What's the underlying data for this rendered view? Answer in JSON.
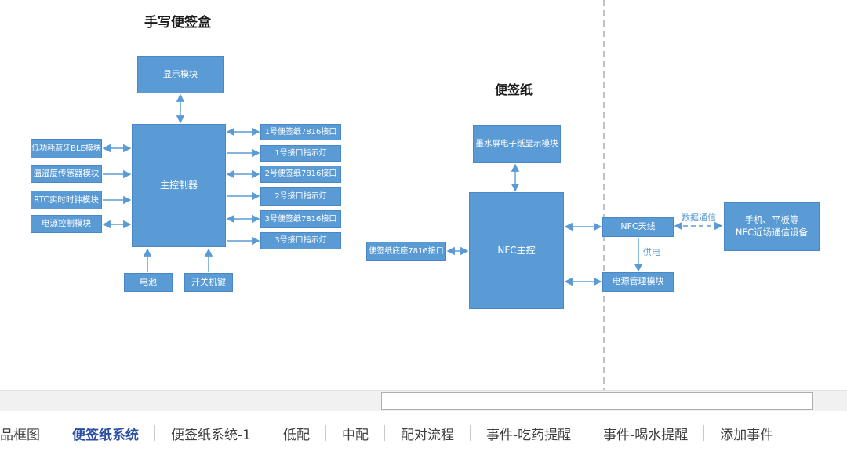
{
  "diagram": {
    "left": {
      "title": "手写便签盒",
      "nodes": {
        "display": "显示模块",
        "controller": "主控制器",
        "ble": "低功耗蓝牙BLE模块",
        "temp": "温湿度传感器模块",
        "rtc": "RTC实时时钟模块",
        "power_ctrl": "电源控制模块",
        "battery": "电池",
        "power_key": "开关机键",
        "if1": "1号便签纸7816接口",
        "led1": "1号接口指示灯",
        "if2": "2号便签纸7816接口",
        "led2": "2号接口指示灯",
        "if3": "3号便签纸7816接口",
        "led3": "3号接口指示灯"
      }
    },
    "right": {
      "title": "便签纸",
      "nodes": {
        "eink": "墨水屏电子纸显示模块",
        "nfc_main": "NFC主控",
        "base_if": "便签纸底座7816接口",
        "nfc_antenna": "NFC天线",
        "power_mgmt": "电源管理模块",
        "phone_line1": "手机、平板等",
        "phone_line2": "NFC近场通信设备"
      },
      "edge_labels": {
        "data_comm": "数据通信",
        "power_supply": "供电"
      }
    },
    "colors": {
      "node_fill": "#5b9bd5",
      "node_border": "#4a87c6",
      "arrow": "#5b9bd5",
      "page_break": "#b3b3b3",
      "active_tab": "#2b4fa2"
    }
  },
  "footer": {
    "tabs": [
      {
        "label": "品框图",
        "active": false
      },
      {
        "label": "便签纸系统",
        "active": true
      },
      {
        "label": "便签纸系统-1",
        "active": false
      },
      {
        "label": "低配",
        "active": false
      },
      {
        "label": "中配",
        "active": false
      },
      {
        "label": "配对流程",
        "active": false
      },
      {
        "label": "事件-吃药提醒",
        "active": false
      },
      {
        "label": "事件-喝水提醒",
        "active": false
      },
      {
        "label": "添加事件",
        "active": false
      }
    ]
  }
}
